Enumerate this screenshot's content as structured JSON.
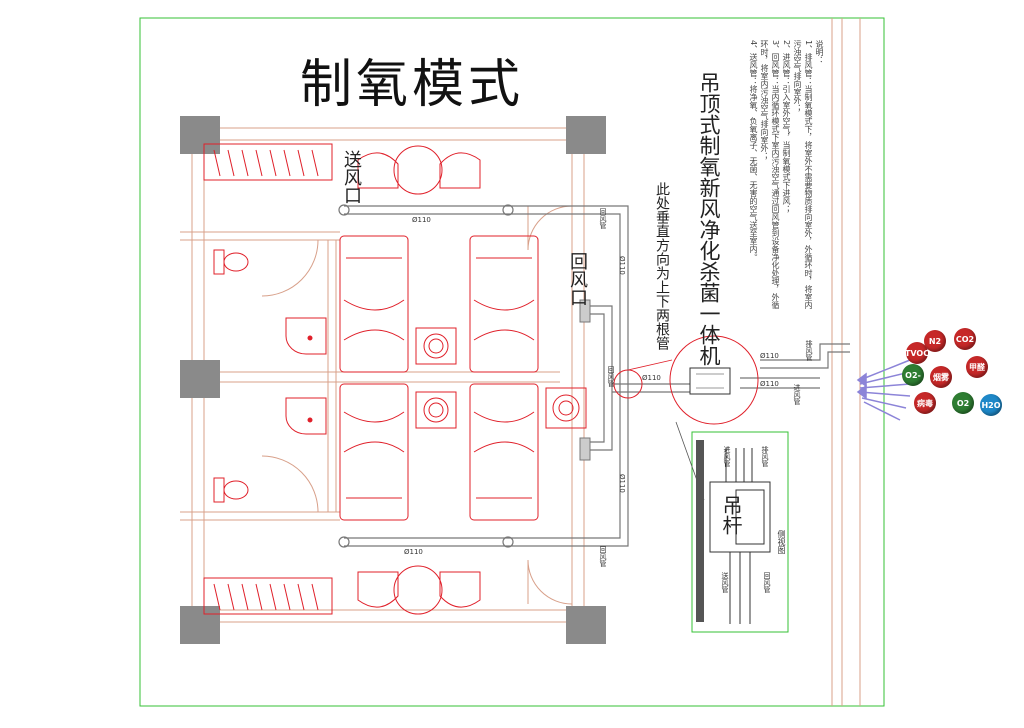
{
  "title": "制氧模式",
  "labels": {
    "supply_outlet": "送风口",
    "return_outlet": "回风口",
    "vertical_note": "此处垂直方向为上下两根管",
    "unit_name": "吊顶式制氧新风净化杀菌一体机",
    "hanger_rod": "吊杆",
    "side_view": "侧视图",
    "pipe_d": "Ø110",
    "exhaust_pipe": "排风管",
    "inlet_pipe": "进风管",
    "supply_pipe": "送风管",
    "return_pipe": "回风管"
  },
  "notes": [
    "说明：",
    "1、排风管：当制氧模式下，将室外不需要物质排向室外，外循环时，将室内污浊空气排向室外；",
    "2、进风管：引入室外空气，当制氧模式下进风；",
    "3、回风管：当内循环模式下室内污浊空气通过回风管到设备净化处理，外循环时，将室内污浊空气排向室外；",
    "4、送风管：将净氧、负氧离子、无菌、无害的空气送至室内。"
  ],
  "pollutants": [
    {
      "label": "TVOC",
      "color": "#c62828"
    },
    {
      "label": "N2",
      "color": "#c62828"
    },
    {
      "label": "CO2",
      "color": "#c62828"
    },
    {
      "label": "O2-",
      "color": "#2e7d32"
    },
    {
      "label": "烟雾",
      "color": "#c62828"
    },
    {
      "label": "甲醛",
      "color": "#c62828"
    },
    {
      "label": "病毒",
      "color": "#c62828"
    },
    {
      "label": "O2",
      "color": "#2e7d32"
    },
    {
      "label": "H2O",
      "color": "#1e88c8"
    }
  ],
  "colors": {
    "frame_green": "#36c236",
    "furniture_red": "#e0202a",
    "wall_tan": "#d8a08a",
    "pipe_gray": "#777777",
    "column_gray": "#8a8a8a",
    "arrow_purple": "#8c84d8"
  }
}
